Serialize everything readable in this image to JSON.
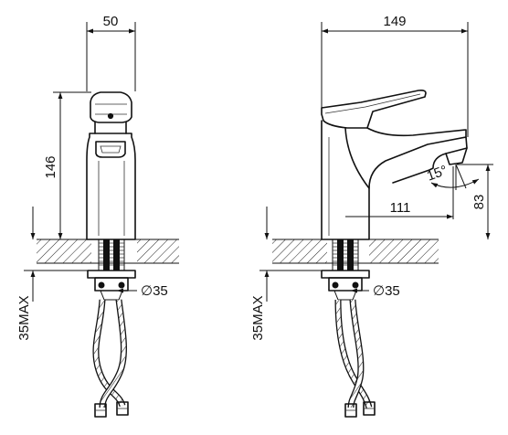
{
  "dimensions": {
    "front_width": "50",
    "front_height": "146",
    "front_depth_max": "35MAX",
    "front_hole": "∅35",
    "side_length": "149",
    "side_spout_reach": "111",
    "side_spout_height": "83",
    "side_angle": "15°",
    "side_depth_max": "35MAX",
    "side_hole": "∅35"
  },
  "colors": {
    "line": "#111111",
    "background": "#ffffff"
  }
}
